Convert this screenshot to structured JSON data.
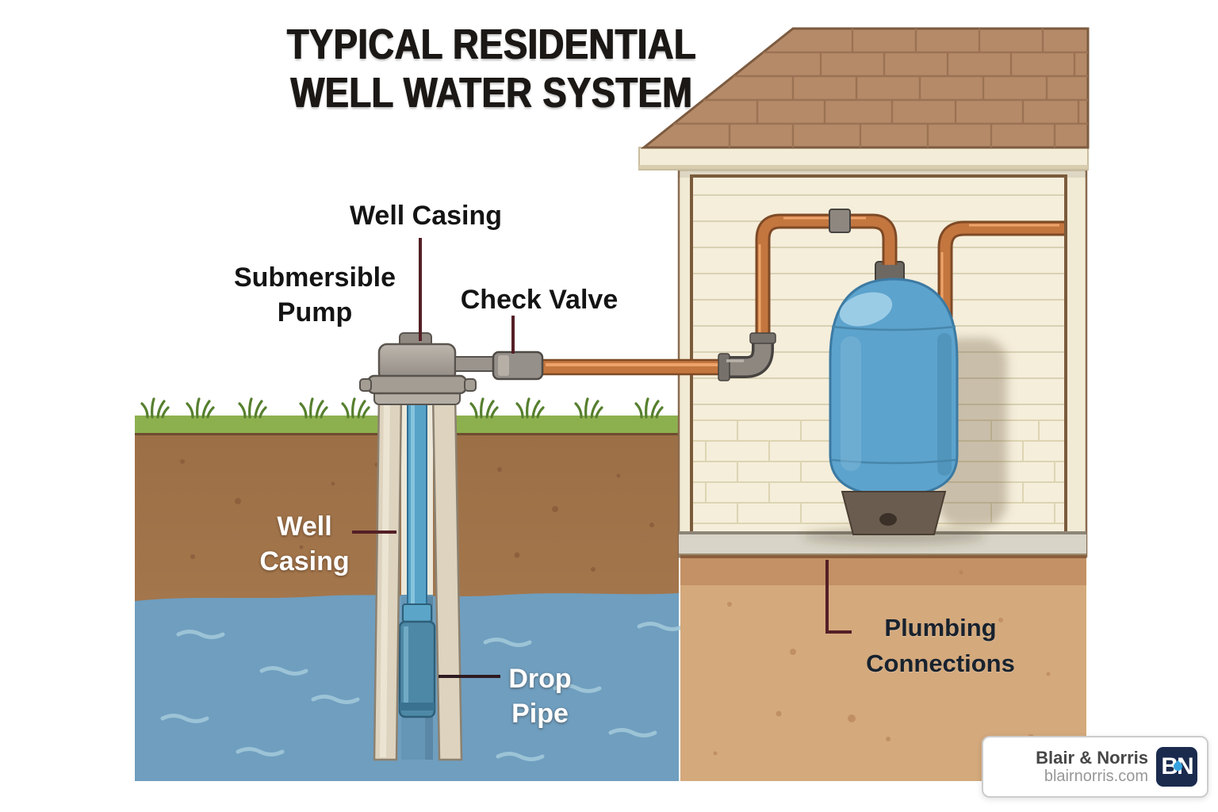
{
  "title": {
    "line1": "TYPICAL RESIDENTIAL",
    "line2": "WELL WATER SYSTEM"
  },
  "labels": {
    "well_casing_top": "Well Casing",
    "submersible_pump": {
      "line1": "Submersible",
      "line2": "Pump"
    },
    "check_valve": "Check Valve",
    "well_casing_underground": {
      "line1": "Well",
      "line2": "Casing"
    },
    "drop_pipe": {
      "line1": "Drop",
      "line2": "Pipe"
    },
    "plumbing_connections": {
      "line1": "Plumbing",
      "line2": "Connections"
    }
  },
  "branding": {
    "company": "Blair & Norris",
    "website": "blairnorris.com",
    "logo_initial_left": "B",
    "logo_initial_right": "N"
  },
  "colors": {
    "water": "#6f9ebf",
    "soil_left": "#a87a50",
    "soil_under_house": "#d4a97c",
    "grass": "#8db04f",
    "roof": "#b58a68",
    "house_wall": "#f1ead4",
    "tank_blue": "#5ca3cd",
    "copper_pipe": "#c4763f",
    "gray_fitting": "#8d8780",
    "well_casing_beige": "#ddd3be",
    "leader_line": "#541f26",
    "logo_navy": "#1b2b4e",
    "logo_drop_blue": "#35a3e0"
  }
}
